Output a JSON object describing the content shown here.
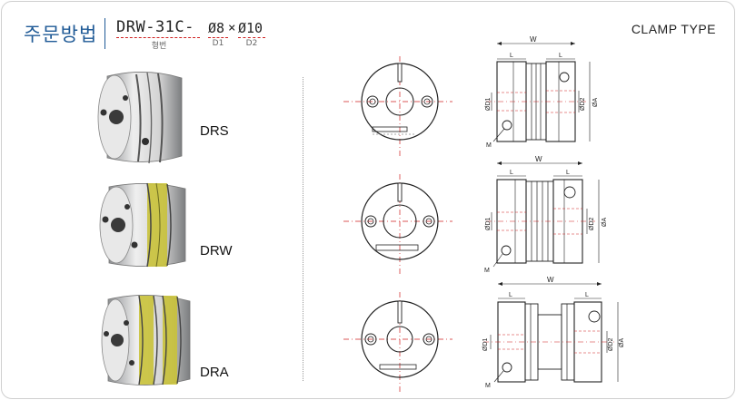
{
  "header": {
    "order_title": "주문방법",
    "code_model": "DRW-31C-",
    "code_d1": "Ø8",
    "code_sep": "×",
    "code_d2": "Ø10",
    "cap_model": "형번",
    "cap_d1": "D1",
    "cap_d2": "D2",
    "type_title": "CLAMP TYPE"
  },
  "models": [
    {
      "name": "DRS"
    },
    {
      "name": "DRW"
    },
    {
      "name": "DRA"
    }
  ],
  "dims": {
    "w": "W",
    "l": "L",
    "d1": "ØD1",
    "d2": "ØD2",
    "a": "ØA",
    "m": "M"
  },
  "colors": {
    "brand_blue": "#1f5a96",
    "spacer_yellow": "#c9c23a",
    "dashed_red": "#d02020"
  }
}
